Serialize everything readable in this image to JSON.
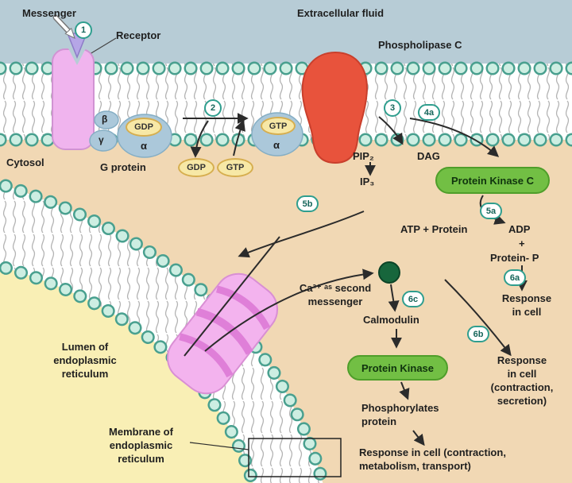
{
  "colors": {
    "extracellular_bg": "#b7ccd6",
    "cytosol_bg": "#f1d8b4",
    "lumen_bg": "#f9efb5",
    "membrane_bead_fill": "#cdeee2",
    "membrane_bead_stroke": "#49a08f",
    "receptor_pink": "#f0b4ee",
    "messenger_purple": "#b5a6e6",
    "g_protein_blue": "#abc8da",
    "nucleotide_yellow": "#f7e8a6",
    "plc_red": "#e8533c",
    "kinase_green": "#72bf44",
    "calcium_green": "#17663c",
    "badge_teal": "#2f9e8e"
  },
  "titles": {
    "extracellular_fluid": "Extracellular fluid",
    "phospholipase_c": "Phospholipase C",
    "cytosol": "Cytosol"
  },
  "membrane": {
    "messenger": "Messenger",
    "receptor": "Receptor",
    "g_protein": "G protein",
    "beta": "β",
    "gamma": "γ",
    "alpha_gdp": "α",
    "alpha_gtp": "α",
    "gdp_bound": "GDP",
    "gtp_bound": "GTP",
    "gdp_free": "GDP",
    "gtp_free": "GTP"
  },
  "steps": {
    "s1": "1",
    "s2": "2",
    "s3": "3",
    "s4a": "4a",
    "s5a": "5a",
    "s5b": "5b",
    "s6a": "6a",
    "s6b": "6b",
    "s6c": "6c"
  },
  "pathway": {
    "pip2": "PIP₂",
    "ip3": "IP₃",
    "dag": "DAG",
    "protein_kinase_c": "Protein Kinase C",
    "atp_protein": "ATP + Protein",
    "adp": "ADP",
    "plus": "+",
    "protein_p": "Protein- P",
    "response_6a": "Response\nin cell",
    "response_6b": "Response\nin cell\n(contraction,\nsecretion)",
    "ca_second_messenger": "Ca²⁺ ᵃˢ second\nmessenger",
    "calmodulin": "Calmodulin",
    "protein_kinase": "Protein Kinase",
    "phosphorylates": "Phosphorylates\nprotein",
    "response_final": "Response in cell (contraction,\nmetabolism, transport)"
  },
  "er": {
    "lumen_label": "Lumen of\nendoplasmic\nreticulum",
    "membrane_label": "Membrane of\nendoplasmic\nreticulum"
  }
}
